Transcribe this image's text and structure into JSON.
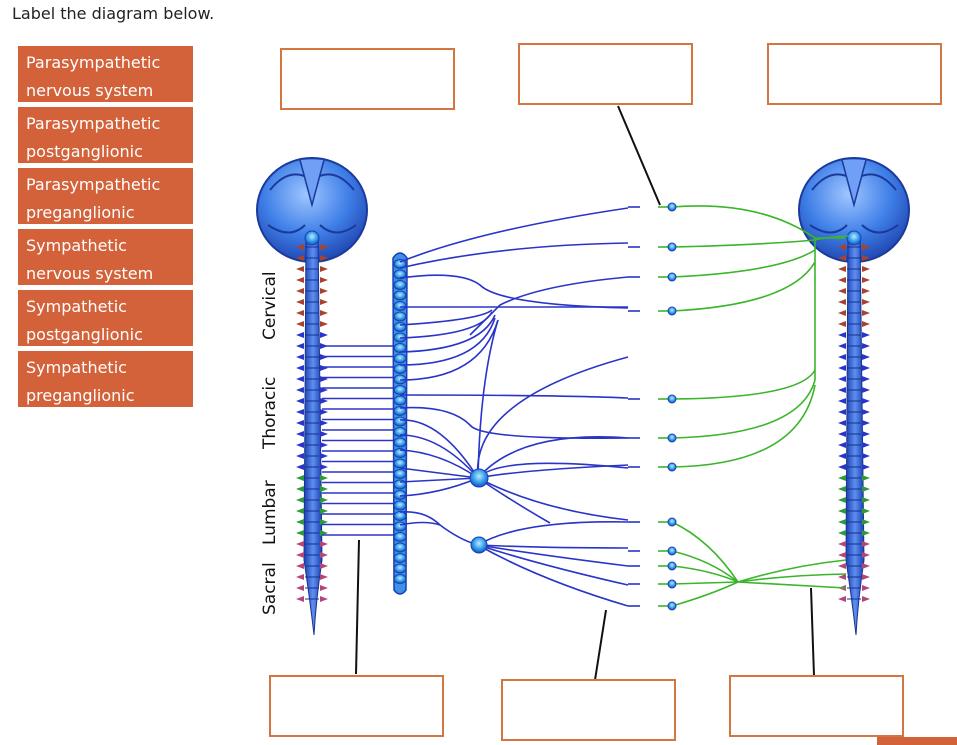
{
  "prompt": "Label the diagram below.",
  "label_bank": [
    {
      "line1": "Parasympathetic",
      "line2": "nervous system"
    },
    {
      "line1": "Parasympathetic",
      "line2": "postganglionic"
    },
    {
      "line1": "Parasympathetic",
      "line2": "preganglionic"
    },
    {
      "line1": "Sympathetic",
      "line2": "nervous system"
    },
    {
      "line1": "Sympathetic",
      "line2": "postganglionic"
    },
    {
      "line1": "Sympathetic",
      "line2": "preganglionic"
    }
  ],
  "drop_zones": [
    "",
    "",
    "",
    "",
    "",
    ""
  ],
  "regions": {
    "cervical": "Cervical",
    "thoracic": "Thoracic",
    "lumbar": "Lumbar",
    "sacral": "Sacral"
  },
  "colors": {
    "accent": "#d3623a",
    "box_border": "#d3763f",
    "sympathetic": "#2a34c8",
    "parasympathetic": "#3bb52a",
    "brain": "#3f7fe8"
  }
}
